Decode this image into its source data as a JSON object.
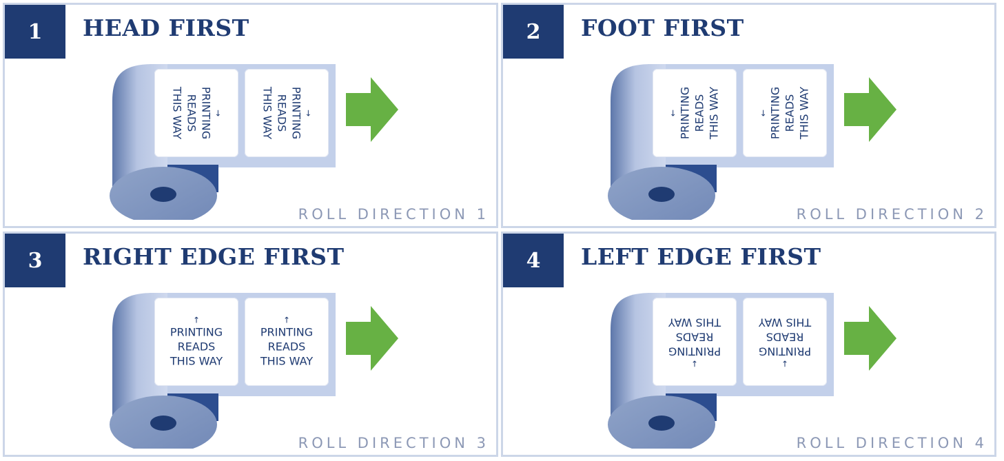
{
  "panels": [
    {
      "number": "1",
      "title": "HEAD FIRST",
      "caption": "ROLL DIRECTION 1",
      "label": {
        "arrow": "→",
        "line1": "PRINTING",
        "line2": "READS",
        "line3": "THIS WAY"
      }
    },
    {
      "number": "2",
      "title": "FOOT FIRST",
      "caption": "ROLL DIRECTION 2",
      "label": {
        "arrow": "←",
        "line1": "PRINTING",
        "line2": "READS",
        "line3": "THIS WAY"
      }
    },
    {
      "number": "3",
      "title": "RIGHT EDGE FIRST",
      "caption": "ROLL DIRECTION 3",
      "label": {
        "arrow": "↑",
        "line1": "PRINTING",
        "line2": "READS",
        "line3": "THIS WAY"
      }
    },
    {
      "number": "4",
      "title": "LEFT EDGE FIRST",
      "caption": "ROLL DIRECTION 4",
      "label": {
        "arrow": "↓",
        "line1": "PRINTING",
        "line2": "READS",
        "line3": "THIS WAY"
      }
    }
  ],
  "colors": {
    "navy": "#1f3b72",
    "roll_light": "#c3d0ea",
    "roll_dark": "#5b75a8",
    "arrow_green": "#67b144",
    "border": "#ccd6e8",
    "caption": "#8c98b5"
  },
  "icons": {
    "roll": "paper-roll-icon",
    "direction": "right-arrow-icon"
  }
}
